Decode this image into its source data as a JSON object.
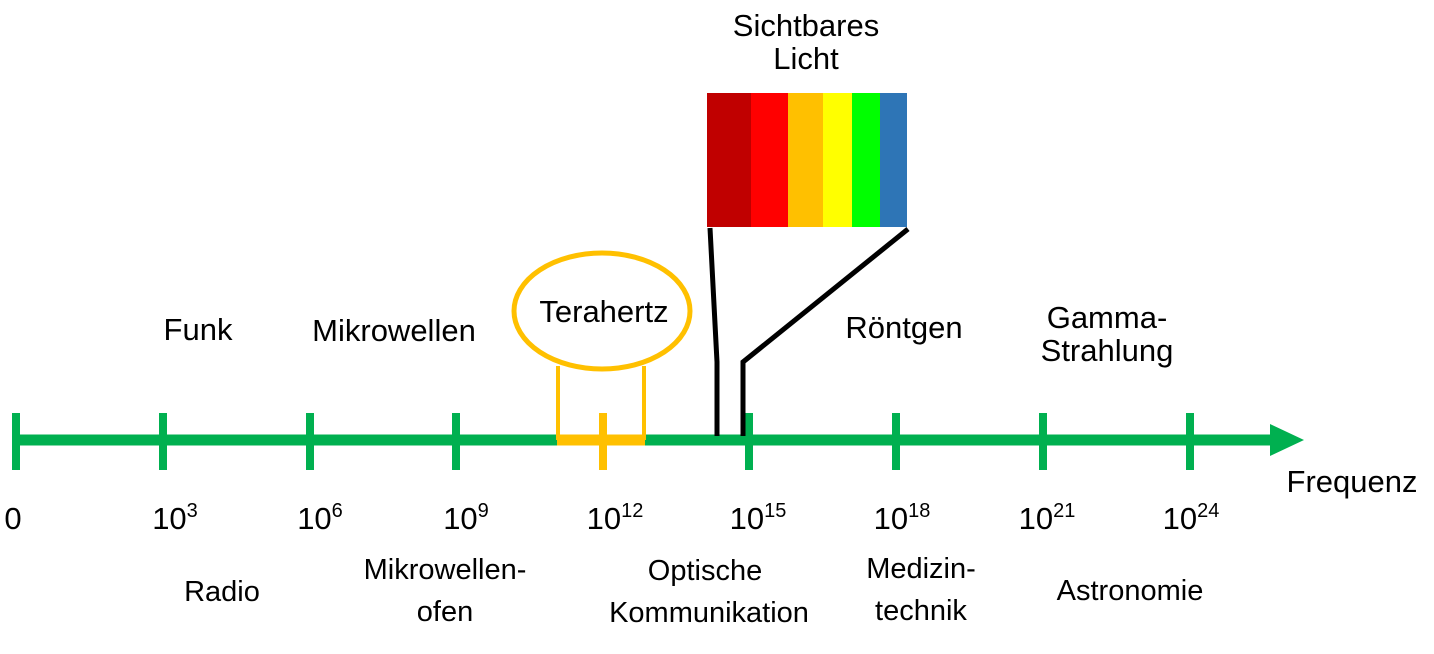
{
  "colors": {
    "axis": "#00b050",
    "terahertz": "#ffc000",
    "connector": "#000000",
    "spectrum": [
      "#c00000",
      "#ff0000",
      "#ffc000",
      "#ffff00",
      "#00ff00",
      "#2e75b6"
    ]
  },
  "axis": {
    "label": "Frequenz",
    "ticks": [
      {
        "base": "0",
        "exp": ""
      },
      {
        "base": "10",
        "exp": "3"
      },
      {
        "base": "10",
        "exp": "6"
      },
      {
        "base": "10",
        "exp": "9"
      },
      {
        "base": "10",
        "exp": "12"
      },
      {
        "base": "10",
        "exp": "15"
      },
      {
        "base": "10",
        "exp": "18"
      },
      {
        "base": "10",
        "exp": "21"
      },
      {
        "base": "10",
        "exp": "24"
      }
    ]
  },
  "bands": {
    "funk": "Funk",
    "mikrowellen": "Mikrowellen",
    "terahertz": "Terahertz",
    "visible_line1": "Sichtbares",
    "visible_line2": "Licht",
    "roentgen": "Röntgen",
    "gamma_line1": "Gamma-",
    "gamma_line2": "Strahlung"
  },
  "applications": {
    "radio": "Radio",
    "mikrowellenofen_line1": "Mikrowellen-",
    "mikrowellenofen_line2": "ofen",
    "optisch_line1": "Optische",
    "optisch_line2": "Kommunikation",
    "medizin_line1": "Medizin-",
    "medizin_line2": "technik",
    "astronomie": "Astronomie"
  }
}
